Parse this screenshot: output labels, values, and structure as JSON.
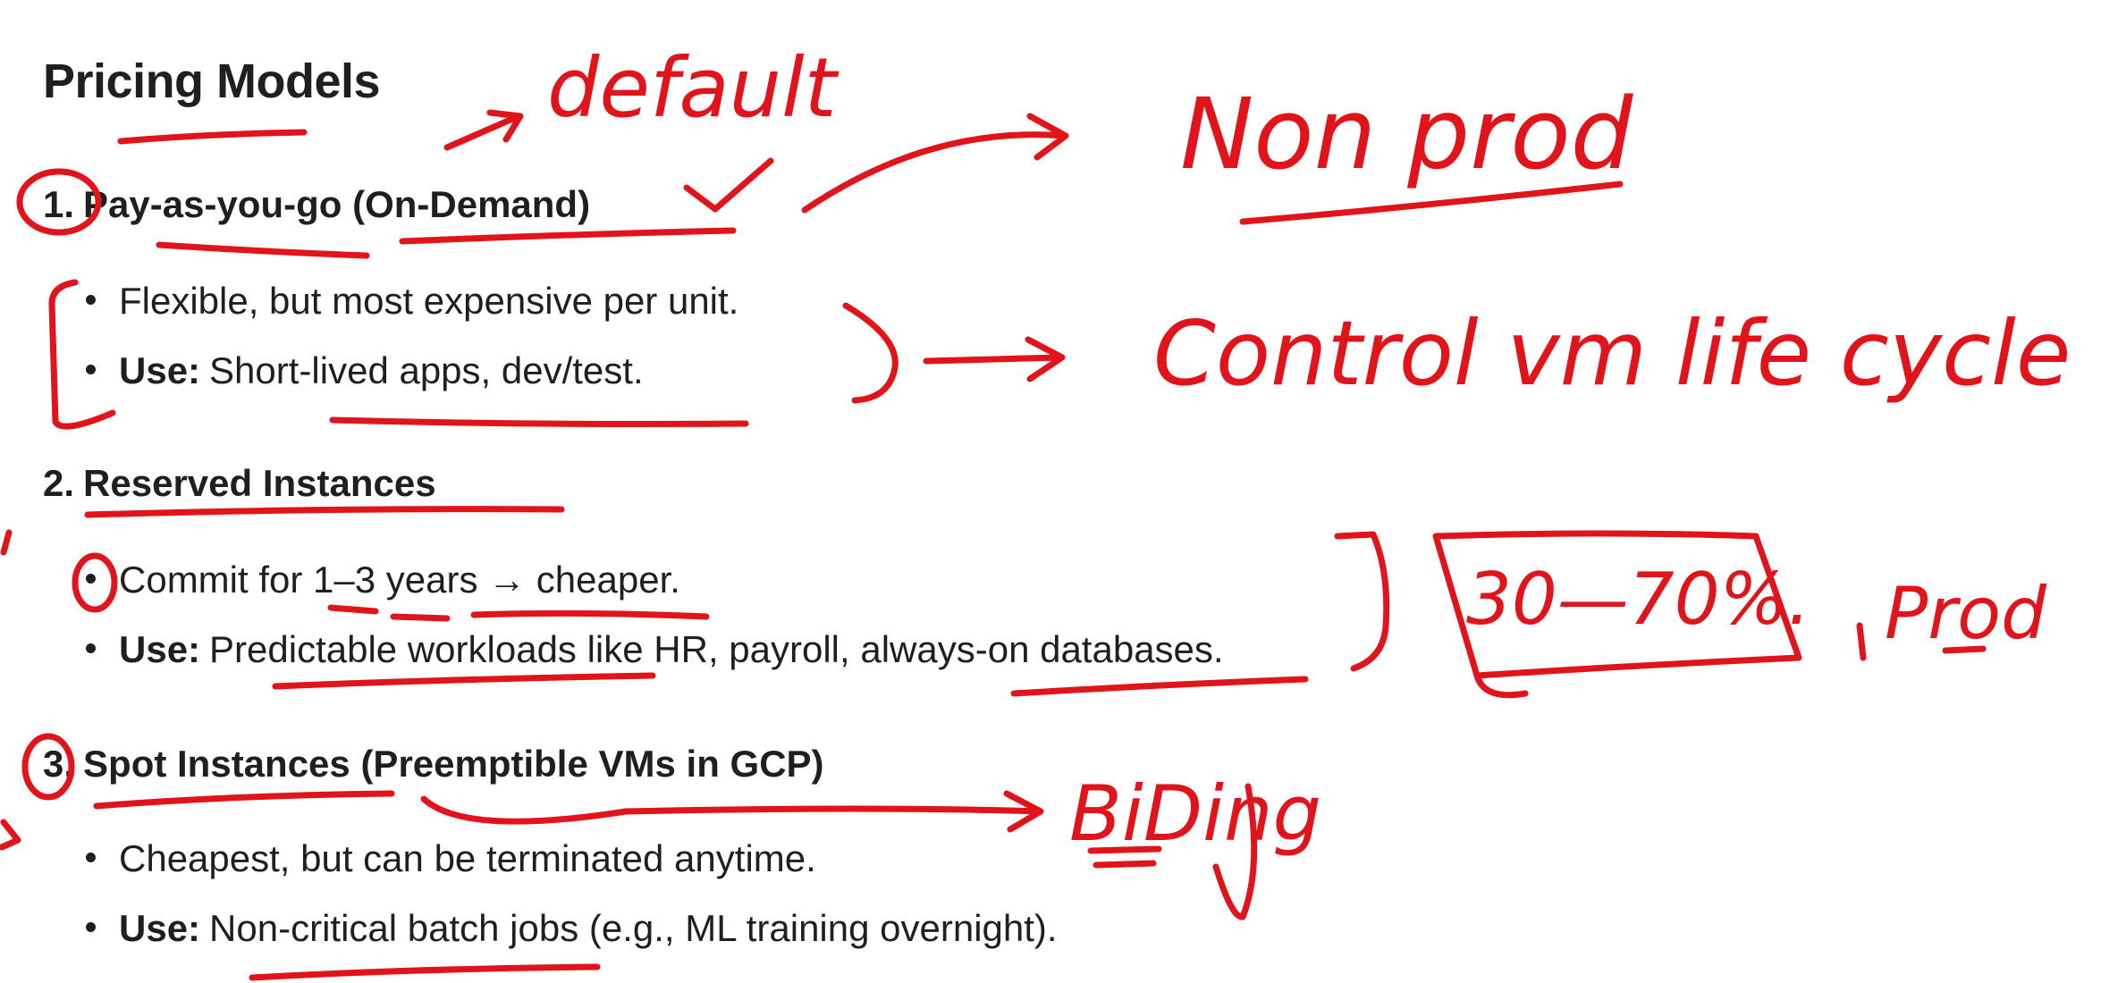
{
  "document": {
    "title": "Pricing Models",
    "sections": [
      {
        "number": "1.",
        "heading": "Pay-as-you-go (On-Demand)",
        "bullets": [
          {
            "strong": "",
            "text": "Flexible, but most expensive per unit."
          },
          {
            "strong": "Use:",
            "text": "Short-lived apps, dev/test."
          }
        ]
      },
      {
        "number": "2.",
        "heading": "Reserved Instances",
        "bullets": [
          {
            "strong": "",
            "text": "Commit for 1–3 years → cheaper."
          },
          {
            "strong": "Use:",
            "text": "Predictable workloads like HR, payroll, always-on databases."
          }
        ]
      },
      {
        "number": "3.",
        "heading": "Spot Instances (Preemptible VMs in GCP)",
        "bullets": [
          {
            "strong": "",
            "text": "Cheapest, but can be terminated anytime."
          },
          {
            "strong": "Use:",
            "text": "Non-critical batch jobs (e.g., ML training overnight)."
          }
        ]
      }
    ]
  },
  "annotations": {
    "default": "default",
    "non_prod": "Non prod",
    "control_vm_life_cycle": "Control vm life cycle",
    "discount": "30—70%.",
    "prod": "Prod",
    "bidding": "BiDing",
    "ink_color": "#e0141a"
  }
}
